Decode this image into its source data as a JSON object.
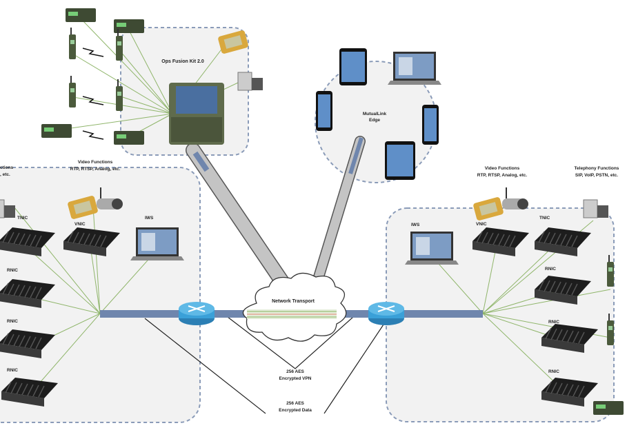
{
  "ops_kit": {
    "title": "Ops Fusion Kit 2.0"
  },
  "edge": {
    "title_line1": "MutualLink",
    "title_line2": "Edge"
  },
  "left_site": {
    "partial_label_line1": "ctions",
    "partial_label_line2": ", etc.",
    "video_title": "Video Functions",
    "video_sub": "RTP, RTSP, Analog, etc.",
    "tnic": "TNIC",
    "vnic": "VNIC",
    "iws": "IWS",
    "rnic": [
      "RNIC",
      "RNIC",
      "RNIC"
    ]
  },
  "right_site": {
    "video_title": "Video Functions",
    "video_sub": "RTP, RTSP, Analog, etc.",
    "tel_title": "Telephony Functions",
    "tel_sub": "SIP, VoIP, PSTN, etc.",
    "iws": "IWS",
    "vnic": "VNIC",
    "tnic": "TNIC",
    "rnic": [
      "RNIC",
      "RNIC",
      "RNIC"
    ]
  },
  "network": {
    "cloud_label": "Network Transport",
    "vpn_line1": "256 AES",
    "vpn_line2": "Encrypted VPN",
    "data_line1": "256 AES",
    "data_line2": "Encrypted Data"
  },
  "colors": {
    "backbone": "#6f86ad",
    "router": "#3aa0d8",
    "link": "#8fb56a",
    "dashed": "#8a9bb8",
    "tube": "#b8b8b8",
    "device": "#2a2a2a"
  }
}
